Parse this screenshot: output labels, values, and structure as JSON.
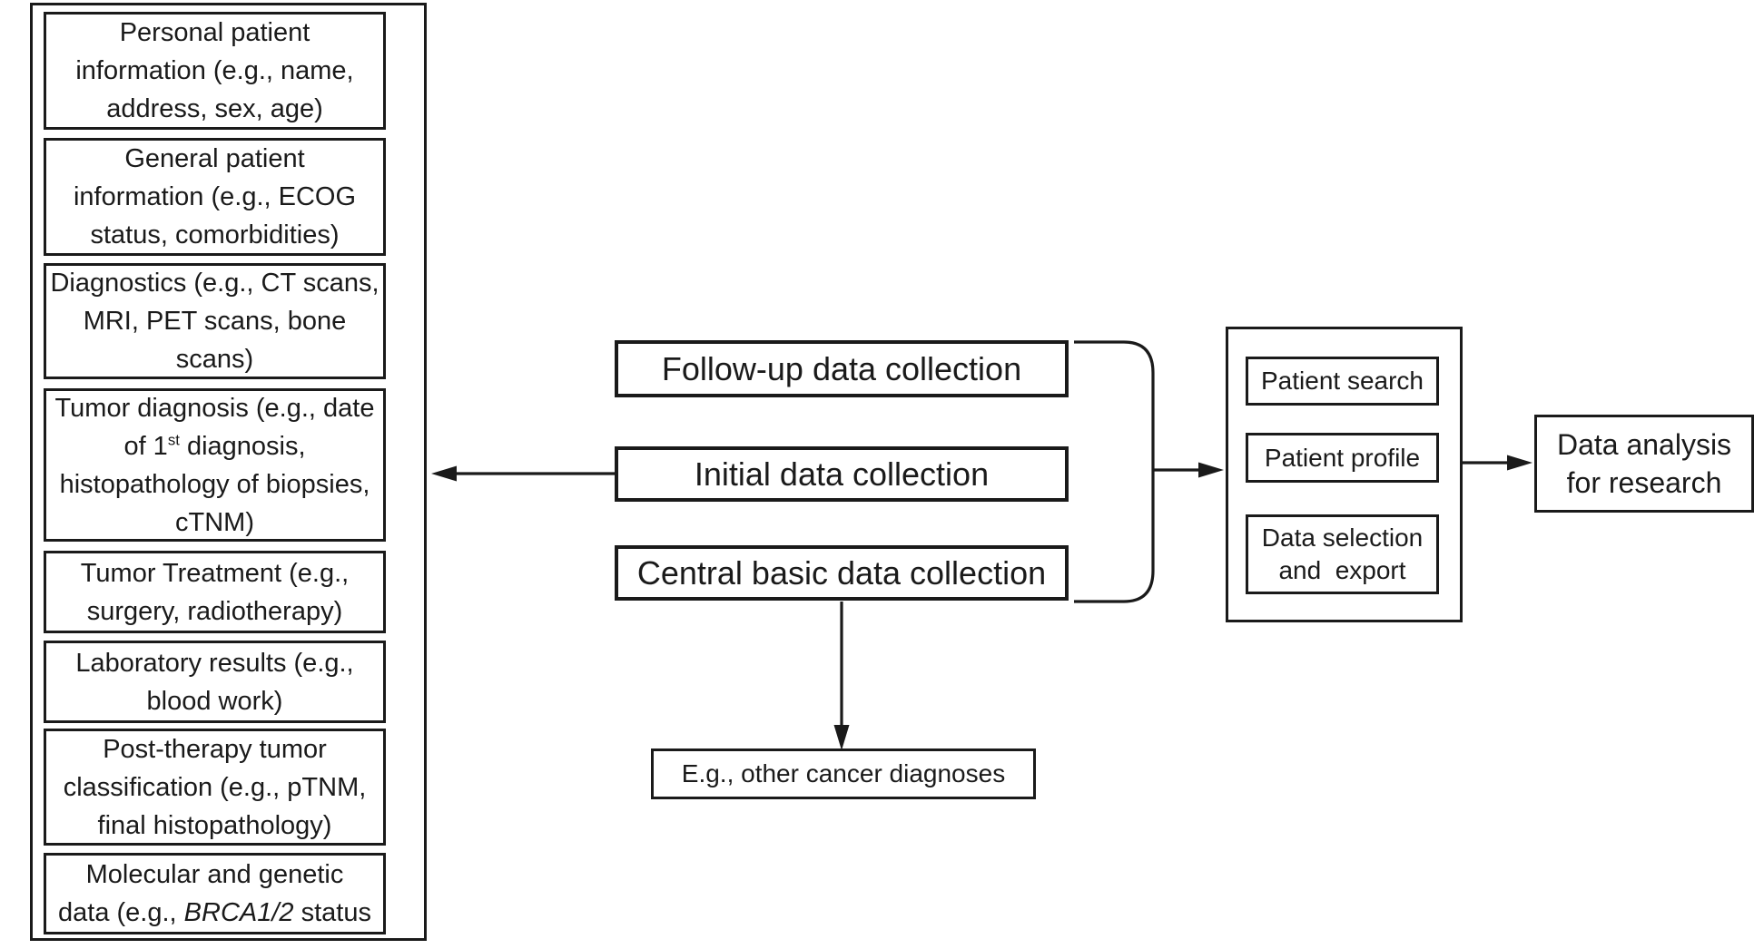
{
  "figure": {
    "left_panel": {
      "items": [
        {
          "text": "Personal patient\ninformation (e.g., name,\naddress, sex, age)"
        },
        {
          "text": "General patient\ninformation (e.g., ECOG\nstatus, comorbidities)"
        },
        {
          "text": "Diagnostics (e.g., CT scans,\nMRI, PET scans, bone\nscans)"
        },
        {
          "pre": "Tumor diagnosis (e.g., date\nof 1",
          "sup": "st",
          "post": " diagnosis,\nhistopathology of biopsies,\ncTNM)"
        },
        {
          "text": "Tumor Treatment (e.g.,\nsurgery, radiotherapy)"
        },
        {
          "text": "Laboratory results (e.g.,\nblood work)"
        },
        {
          "text": "Post-therapy tumor\nclassification (e.g., pTNM,\nfinal histopathology)"
        },
        {
          "pre": "Molecular and genetic\ndata (e.g., ",
          "italic": "BRCA1/2",
          "post": " status"
        }
      ]
    },
    "collection_boxes": {
      "followup": {
        "label": "Follow-up data collection"
      },
      "initial": {
        "label": "Initial data collection"
      },
      "central": {
        "label": "Central basic data collection"
      }
    },
    "portal": {
      "search": {
        "label": "Patient search"
      },
      "profile": {
        "label": "Patient profile"
      },
      "selection": {
        "label": "Data selection\nand  export"
      }
    },
    "analysis_box": {
      "label": "Data analysis\nfor research"
    },
    "other_box": {
      "label": "E.g., other cancer diagnoses"
    }
  },
  "colors": {
    "ink": "#1a1a1a",
    "background": "#ffffff"
  }
}
